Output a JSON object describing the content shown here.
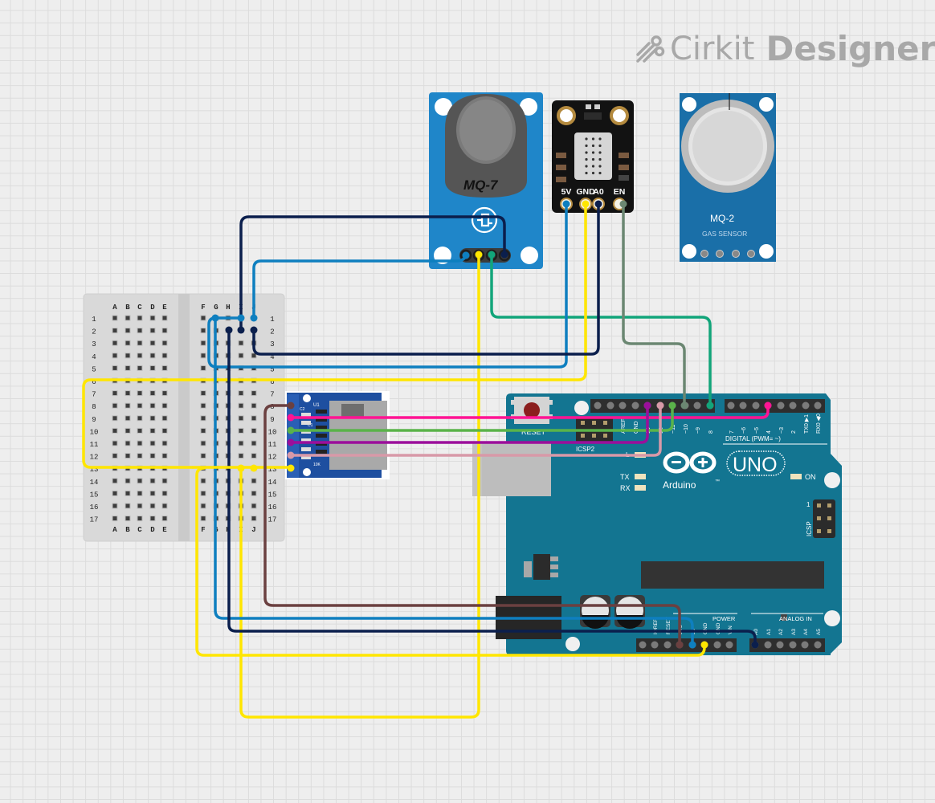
{
  "app": {
    "brand_part1": "Cirkit",
    "brand_part2": "Designer",
    "logo_icon": "cirkit-logo-icon"
  },
  "components": {
    "mq7": {
      "label": "MQ-7",
      "type": "gas-sensor-module",
      "pins": 4
    },
    "mq2": {
      "label": "MQ-2",
      "sublabel": "GAS SENSOR",
      "type": "gas-sensor-module",
      "pins": 4
    },
    "air_sensor": {
      "type": "breakout-sensor-module",
      "pin_labels": [
        "5V",
        "GND",
        "A0",
        "EN"
      ]
    },
    "sd_module": {
      "labels": [
        "U1",
        "C2",
        "C1",
        "10K"
      ],
      "type": "micro-sd-card-module"
    },
    "breadboard": {
      "columns_left": [
        "A",
        "B",
        "C",
        "D",
        "E"
      ],
      "columns_right": [
        "F",
        "G",
        "H",
        "I",
        "J"
      ],
      "rows": [
        "1",
        "2",
        "3",
        "4",
        "5",
        "6",
        "7",
        "8",
        "9",
        "10",
        "11",
        "12",
        "13",
        "14",
        "15",
        "16",
        "17"
      ]
    },
    "arduino": {
      "brand": "Arduino",
      "model": "UNO",
      "tm": "™",
      "reset_label": "RESET",
      "icsp2_label": "ICSP2",
      "icsp_label": "ICSP",
      "icsp_pin1": "1",
      "on_label": "ON",
      "tx_label": "TX",
      "rx_label": "RX",
      "l_label": "L",
      "digital_label": "DIGITAL (PWM= ~)",
      "power_label": "POWER",
      "analog_label": "ANALOG IN",
      "digital_pins_left": [
        "AREF",
        "GND",
        "13",
        "12",
        "~11",
        "~10",
        "~9",
        "8"
      ],
      "digital_pins_right": [
        "7",
        "~6",
        "~5",
        "4",
        "~3",
        "2",
        "TX0 ▶1",
        "RX0 ◀0"
      ],
      "power_pins": [
        "",
        "IOREF",
        "RESET",
        "3V3",
        "5V",
        "GND",
        "GND",
        "VIN"
      ],
      "analog_pins": [
        "A0",
        "A1",
        "A2",
        "A3",
        "A4",
        "A5"
      ]
    }
  },
  "wire_colors": {
    "navy": "#0b1f4d",
    "blue": "#0e7fbf",
    "yellow": "#ffe600",
    "green": "#12a57a",
    "sage": "#6b8772",
    "magenta": "#ff1493",
    "lime": "#5ab34a",
    "purple": "#9b0f9b",
    "pink": "#d899a8",
    "brown": "#6b4040"
  },
  "colors": {
    "arduino_board": "#137591",
    "sensor_board": "#1f86c9",
    "mq2_board": "#1a6fa8",
    "breadboard": "#d9d9d9"
  }
}
